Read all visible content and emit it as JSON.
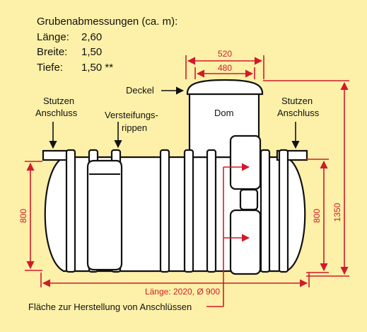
{
  "specs": {
    "title": "Grubenabmessungen (ca. m):",
    "rows": [
      {
        "label": "Länge:",
        "value": "2,60"
      },
      {
        "label": "Breite:",
        "value": "1,50"
      },
      {
        "label": "Tiefe:",
        "value": "1,50 **"
      }
    ]
  },
  "labels": {
    "deckel": "Deckel",
    "dom": "Dom",
    "stutzen_left_1": "Stutzen",
    "stutzen_left_2": "Anschluss",
    "stutzen_right_1": "Stutzen",
    "stutzen_right_2": "Anschluss",
    "rippen_1": "Versteifungs-",
    "rippen_2": "rippen",
    "flaeche": "Fläche zur Herstellung von Anschlüssen"
  },
  "dimensions": {
    "top_outer": "520",
    "top_inner": "480",
    "left_height": "800",
    "right_inner_height": "800",
    "right_total_height": "1350",
    "bottom_length": "Länge: 2020, Ø 900"
  },
  "colors": {
    "background": "#fdf0a8",
    "line": "#111111",
    "dimension": "#d11a2a"
  }
}
